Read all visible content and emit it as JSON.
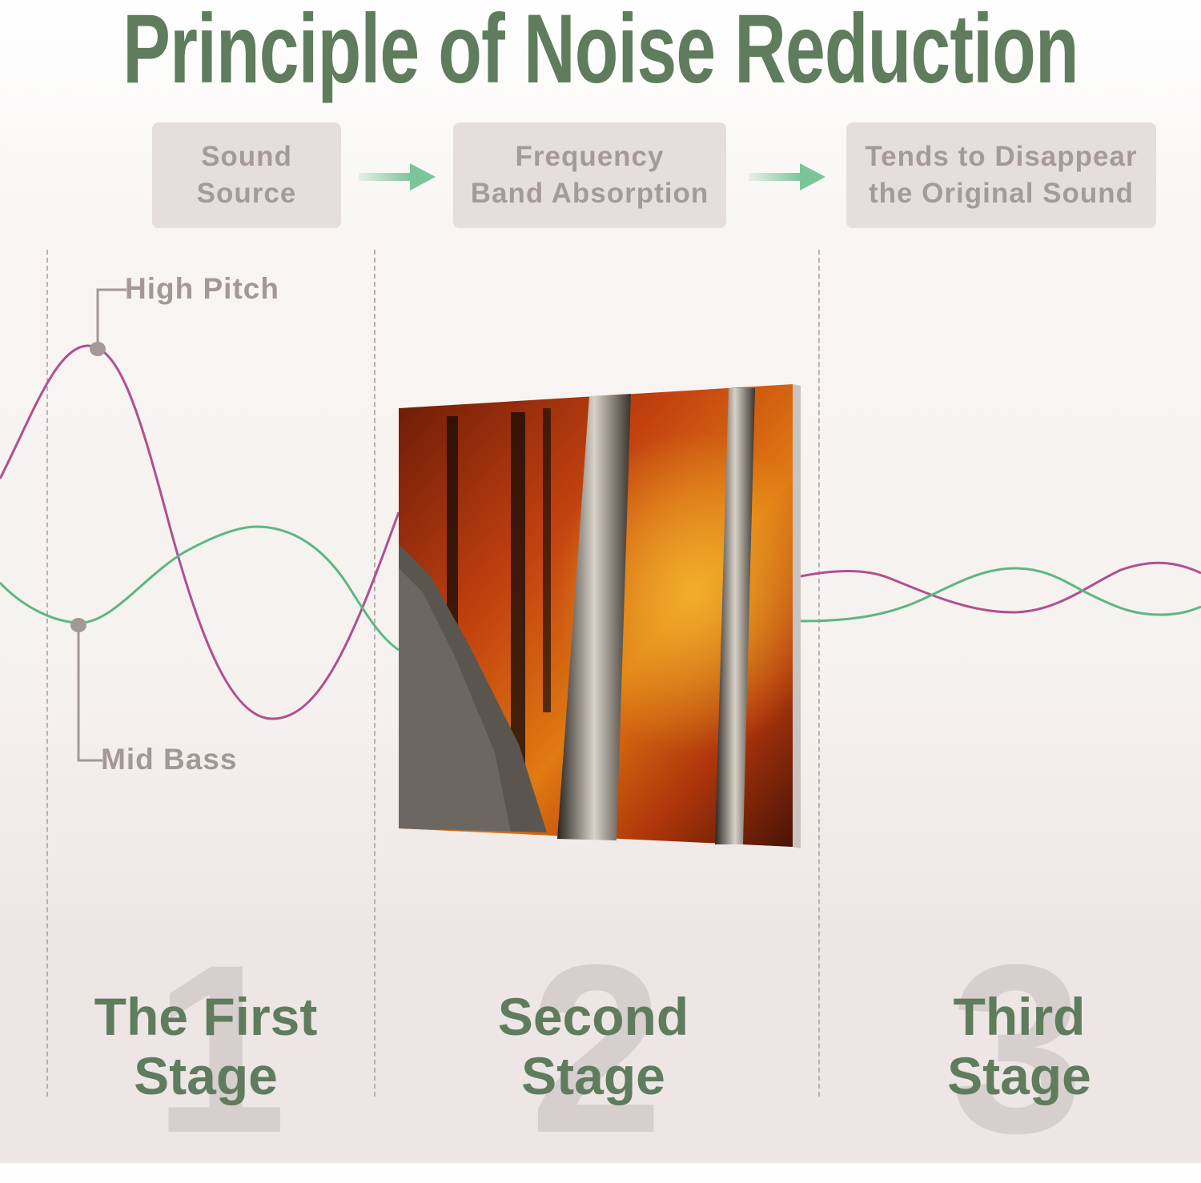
{
  "title": "Principle of Noise Reduction",
  "flow": {
    "steps": [
      {
        "line1": "Sound",
        "line2": "Source"
      },
      {
        "line1": "Frequency",
        "line2": "Band Absorption"
      },
      {
        "line1": "Tends to Disappear",
        "line2": "the Original Sound"
      }
    ],
    "arrow_icon": "right-arrow-icon"
  },
  "wave_labels": {
    "high": "High Pitch",
    "mid": "Mid Bass"
  },
  "stages": [
    {
      "number": "1",
      "line1": "The First",
      "line2": "Stage"
    },
    {
      "number": "2",
      "line1": "Second",
      "line2": "Stage"
    },
    {
      "number": "3",
      "line1": "Third",
      "line2": "Stage"
    }
  ],
  "colors": {
    "title_green": "#5f7c5d",
    "high_pitch_wave": "#b0508f",
    "mid_bass_wave": "#5cb783",
    "arrow_green": "#7cc49a",
    "box_bg": "#e4dfde",
    "box_text": "#a69a99"
  },
  "panel": {
    "image": "autumn-forest-acoustic-panel"
  }
}
